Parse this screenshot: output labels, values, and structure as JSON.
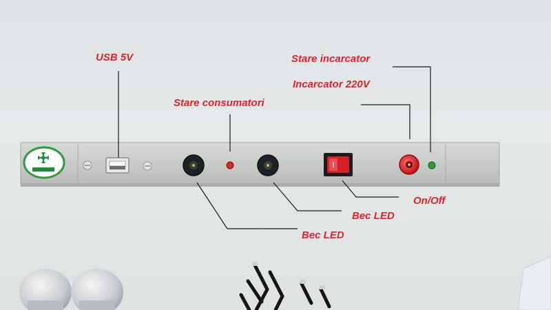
{
  "labels": {
    "usb": "USB 5V",
    "consumer_status": "Stare consumatori",
    "charger_status": "Stare incarcator",
    "charger_input": "Incarcator 220V",
    "power_switch": "On/Off",
    "led_bulb_right": "Bec LED",
    "led_bulb_left": "Bec LED"
  },
  "colors": {
    "label": "#e3212a",
    "panel": "#c9ccc8",
    "switch": "#d61f26",
    "charger_led": "#2aa12f"
  }
}
